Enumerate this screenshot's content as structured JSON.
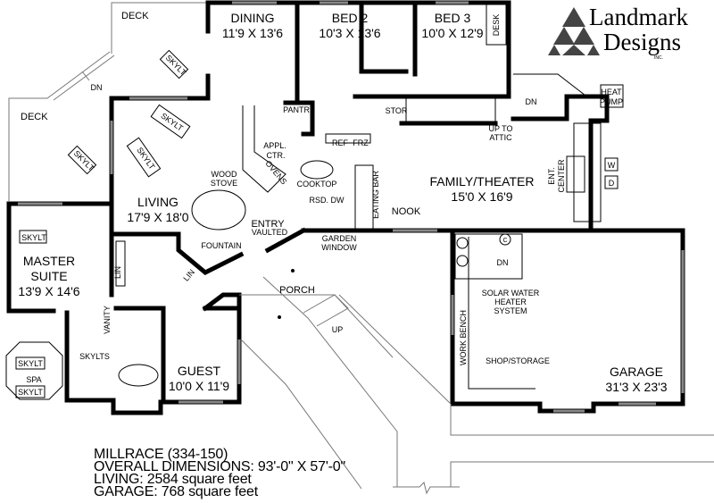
{
  "logo": {
    "line1": "Landmark",
    "line2": "Designs",
    "inc": "INC."
  },
  "rooms": {
    "deck_upper": "DECK",
    "deck_lower": "DECK",
    "dining": {
      "name": "DINING",
      "dim": "11'9 X 13'6"
    },
    "bed2": {
      "name": "BED 2",
      "dim": "10'3 X 13'6"
    },
    "bed3": {
      "name": "BED 3",
      "dim": "10'0 X 12'9"
    },
    "living": {
      "name": "LIVING",
      "dim": "17'9 X 18'0"
    },
    "master": {
      "name1": "MASTER",
      "name2": "SUITE",
      "dim": "13'9 X 14'6"
    },
    "family": {
      "name": "FAMILY/THEATER",
      "dim": "15'0 X 16'9"
    },
    "guest": {
      "name": "GUEST",
      "dim": "10'0 X 11'9"
    },
    "garage": {
      "name": "GARAGE",
      "dim": "31'3 X 23'3"
    },
    "porch": "PORCH",
    "nook": "NOOK",
    "entry": "ENTRY",
    "vaulted": "VAULTED",
    "shop": "SHOP/STORAGE"
  },
  "labels": {
    "desk": "DESK",
    "dn1": "DN",
    "dn2": "DN",
    "dn3": "DN",
    "up": "UP",
    "skylt": "SKYLT",
    "skylts": "SKYLTS",
    "spa": "SPA",
    "pantry": "PANTRY",
    "stor": "STOR",
    "ref": "REF",
    "frz": "FRZ",
    "appl1": "APPL.",
    "appl2": "CTR.",
    "ovens": "OVENS",
    "cooktop": "COOKTOP",
    "rsd_dw": "RSD. DW",
    "eating_bar": "EATING BAR",
    "wood1": "WOOD",
    "wood2": "STOVE",
    "fountain": "FOUNTAIN",
    "garden1": "GARDEN",
    "garden2": "WINDOW",
    "attic1": "UP TO",
    "attic2": "ATTIC",
    "heat1": "HEAT",
    "heat2": "PUMP",
    "ent1": "ENT.",
    "ent2": "CENTER",
    "w": "W",
    "d": "D",
    "c": "C",
    "lin": "LIN",
    "vanity": "VANITY",
    "solar1": "SOLAR WATER",
    "solar2": "HEATER",
    "solar3": "SYSTEM",
    "work_bench": "WORK BENCH"
  },
  "info": {
    "plan": "MILLRACE (334-150)",
    "overall": "OVERALL DIMENSIONS: 93'-0\" X 57'-0\"",
    "living": "LIVING: 2584 square feet",
    "garage": "GARAGE: 768 square feet"
  }
}
